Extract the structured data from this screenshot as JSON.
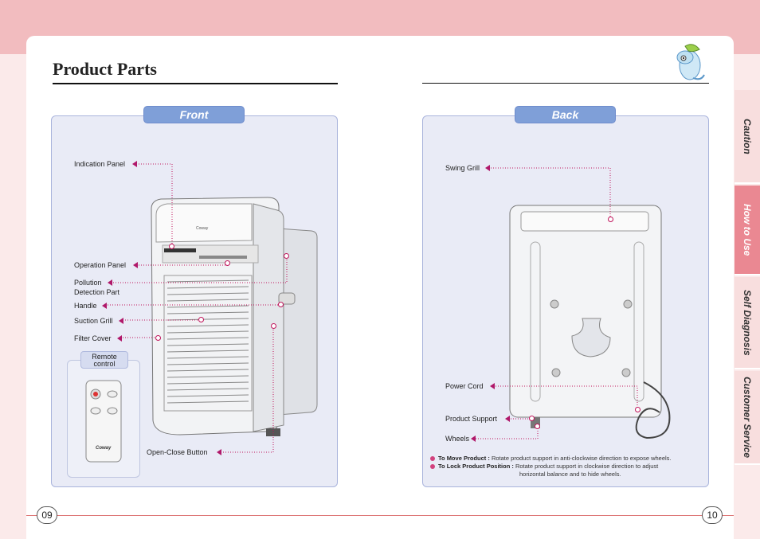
{
  "header": {
    "title": "Product Parts"
  },
  "front": {
    "tab": "Front",
    "labels": {
      "indication_panel": "Indication Panel",
      "operation_panel": "Operation Panel",
      "pollution_line1": "Pollution",
      "pollution_line2": "Detection Part",
      "handle": "Handle",
      "suction_grill": "Suction Grill",
      "filter_cover": "Filter Cover",
      "open_close": "Open-Close Button"
    },
    "remote": {
      "line1": "Remote",
      "line2": "control",
      "brand": "Coway"
    },
    "unit_brand": "Coway"
  },
  "back": {
    "tab": "Back",
    "labels": {
      "swing_grill": "Swing Grill",
      "power_cord": "Power Cord",
      "product_support": "Product Support",
      "wheels": "Wheels"
    },
    "notes": [
      {
        "bold": "To Move Product :",
        "text": "Rotate product support in anti-clockwise direction to expose wheels."
      },
      {
        "bold": "To Lock Product Position :",
        "text": "Rotate product support in clockwise direction to adjust",
        "text2": "horizontal balance and to hide wheels."
      }
    ]
  },
  "sidebar": [
    "Caution",
    "How to Use",
    "Self Diagnosis",
    "Customer Service"
  ],
  "pages": {
    "left": "09",
    "right": "10"
  }
}
